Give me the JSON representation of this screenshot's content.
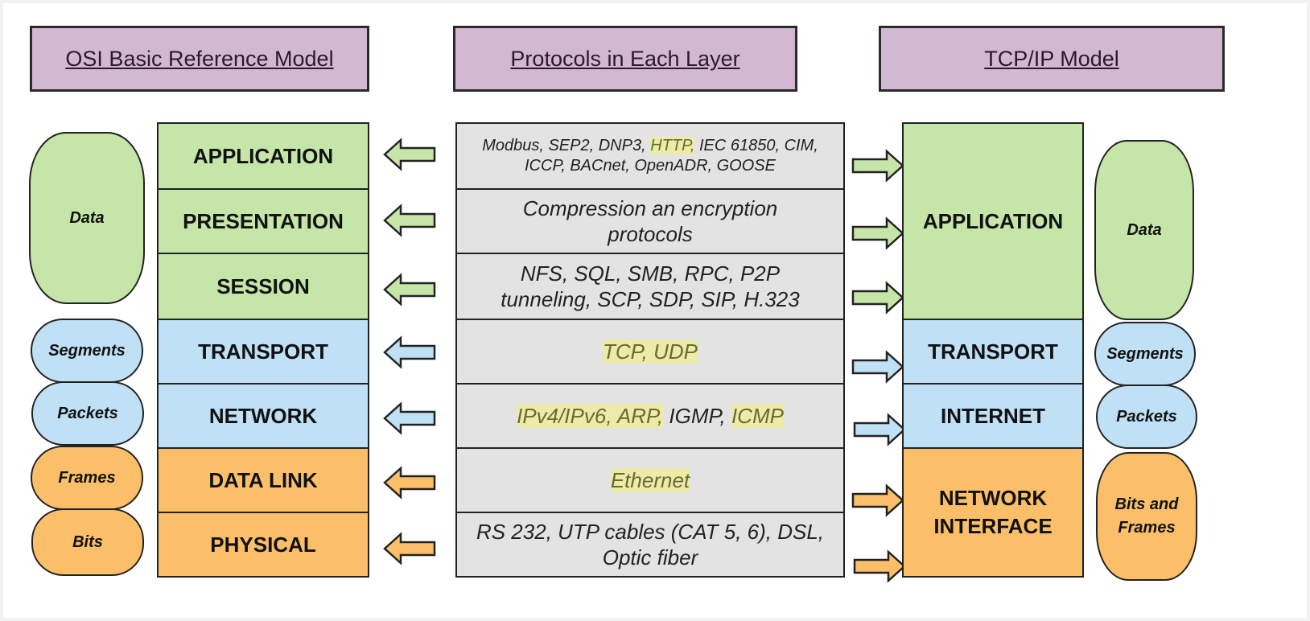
{
  "headers": {
    "osi": "OSI Basic Reference Model",
    "protocols": "Protocols in Each Layer",
    "tcpip": "TCP/IP Model"
  },
  "colors": {
    "header": "#d3b8d1",
    "upper": "#c6e5a8",
    "middle": "#bfe0f5",
    "lower": "#fbbf6a",
    "protocol_box": "#e3e3e3",
    "highlight": "#ecebaa"
  },
  "osi_layers": [
    {
      "name": "APPLICATION",
      "group": "upper"
    },
    {
      "name": "PRESENTATION",
      "group": "upper"
    },
    {
      "name": "SESSION",
      "group": "upper"
    },
    {
      "name": "TRANSPORT",
      "group": "middle"
    },
    {
      "name": "NETWORK",
      "group": "middle"
    },
    {
      "name": "DATA LINK",
      "group": "lower"
    },
    {
      "name": "PHYSICAL",
      "group": "lower"
    }
  ],
  "osi_pdus": [
    {
      "label": "Data",
      "group": "upper"
    },
    {
      "label": "Segments",
      "group": "middle"
    },
    {
      "label": "Packets",
      "group": "middle"
    },
    {
      "label": "Frames",
      "group": "lower"
    },
    {
      "label": "Bits",
      "group": "lower"
    }
  ],
  "protocols": [
    {
      "parts": [
        {
          "text": "Modbus, SEP2, DNP3, ",
          "hl": false
        },
        {
          "text": "HTTP,",
          "hl": true
        },
        {
          "text": " IEC 61850, CIM, ICCP, BACnet, OpenADR, GOOSE",
          "hl": false
        }
      ]
    },
    {
      "parts": [
        {
          "text": "Compression an encryption protocols",
          "hl": false
        }
      ]
    },
    {
      "parts": [
        {
          "text": "NFS, SQL, SMB, RPC, P2P tunneling, SCP, SDP, SIP, H.323",
          "hl": false
        }
      ]
    },
    {
      "parts": [
        {
          "text": "TCP, UDP",
          "hl": true
        }
      ]
    },
    {
      "parts": [
        {
          "text": "IPv4/IPv6, ARP,",
          "hl": true
        },
        {
          "text": " IGMP, ",
          "hl": false
        },
        {
          "text": "ICMP",
          "hl": true
        }
      ]
    },
    {
      "parts": [
        {
          "text": "Ethernet",
          "hl": true
        }
      ]
    },
    {
      "parts": [
        {
          "text": "RS 232, UTP cables (CAT 5, 6), DSL, Optic fiber",
          "hl": false
        }
      ]
    }
  ],
  "tcpip_layers": [
    {
      "name": "APPLICATION",
      "group": "upper"
    },
    {
      "name": "TRANSPORT",
      "group": "middle"
    },
    {
      "name": "INTERNET",
      "group": "middle"
    },
    {
      "name": "NETWORK INTERFACE",
      "group": "lower"
    }
  ],
  "tcpip_pdus": [
    {
      "label": "Data",
      "group": "upper"
    },
    {
      "label": "Segments",
      "group": "middle"
    },
    {
      "label": "Packets",
      "group": "middle"
    },
    {
      "label": "Bits and Frames",
      "group": "lower"
    }
  ]
}
